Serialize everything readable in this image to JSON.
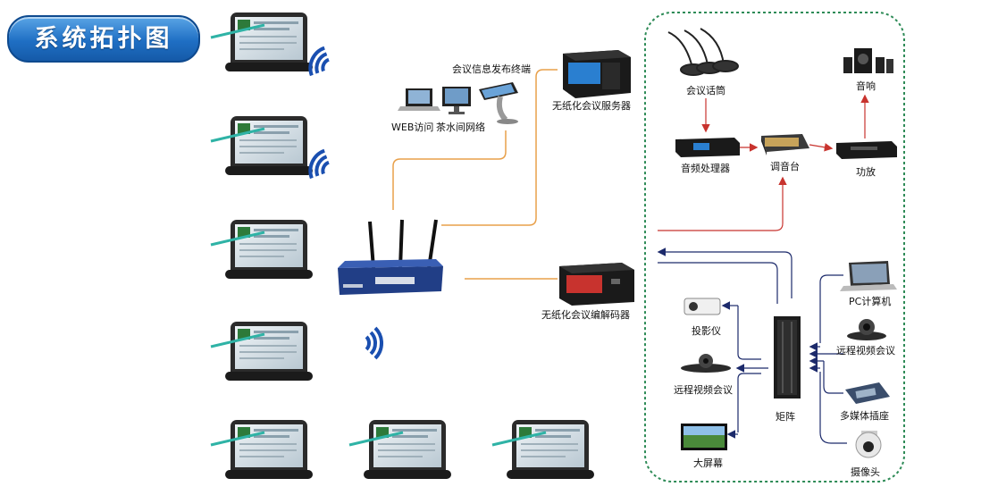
{
  "title": "系统拓扑图",
  "labels": {
    "publish_terminal": "会议信息发布终端",
    "web_access": "WEB访问",
    "tea_network": "茶水间网络",
    "server": "无纸化会议服务器",
    "codec": "无纸化会议编解码器",
    "microphone": "会议话筒",
    "speaker": "音响",
    "audio_processor": "音频处理器",
    "mixer": "调音台",
    "amplifier": "功放",
    "pc": "PC计算机",
    "remote_video_right": "远程视频会议",
    "multimedia_socket": "多媒体插座",
    "camera": "摄像头",
    "projector": "投影仪",
    "remote_video_left": "远程视频会议",
    "big_screen": "大屏幕",
    "matrix": "矩阵"
  },
  "colors": {
    "title_blue": "#1f6fc4",
    "network_line": "#e8a04a",
    "audio_line": "#c8332e",
    "video_line": "#1c2a6b",
    "dashed_border": "#2e8b57"
  }
}
